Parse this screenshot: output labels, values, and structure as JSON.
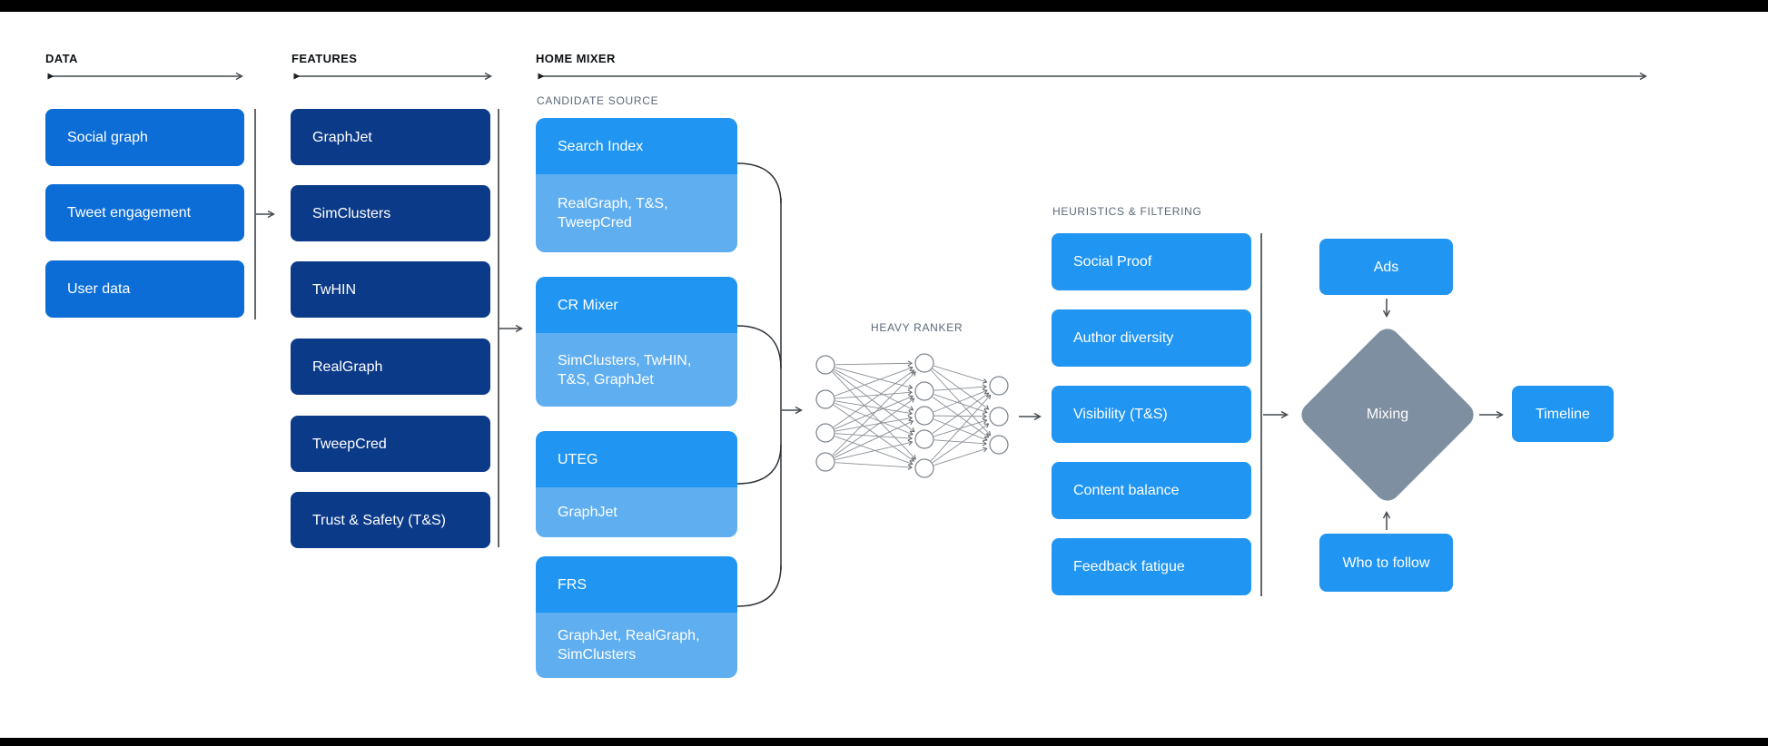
{
  "colors": {
    "medium_blue": "#0C6DD6",
    "navy": "#0B3A88",
    "bright_blue": "#2095F2",
    "light_blue": "#5FAEF0",
    "gray_diamond": "#7E8FA1"
  },
  "sections": {
    "data": {
      "title": "DATA",
      "items": [
        "Social graph",
        "Tweet engagement",
        "User data"
      ]
    },
    "features": {
      "title": "FEATURES",
      "items": [
        "GraphJet",
        "SimClusters",
        "TwHIN",
        "RealGraph",
        "TweepCred",
        "Trust & Safety (T&S)"
      ]
    },
    "home_mixer": {
      "title": "HOME MIXER",
      "candidate_source": {
        "label": "CANDIDATE SOURCE",
        "items": [
          {
            "name": "Search Index",
            "sources": "RealGraph, T&S, TweepCred"
          },
          {
            "name": "CR Mixer",
            "sources": "SimClusters, TwHIN, T&S, GraphJet"
          },
          {
            "name": "UTEG",
            "sources": "GraphJet"
          },
          {
            "name": "FRS",
            "sources": "GraphJet, RealGraph, SimClusters"
          }
        ]
      },
      "heavy_ranker": {
        "label": "HEAVY RANKER"
      },
      "heuristics": {
        "label": "HEURISTICS & FILTERING",
        "items": [
          "Social Proof",
          "Author diversity",
          "Visibility (T&S)",
          "Content balance",
          "Feedback fatigue"
        ]
      },
      "mixing": {
        "ads": "Ads",
        "diamond": "Mixing",
        "who_to_follow": "Who to follow"
      },
      "output": {
        "timeline": "Timeline"
      }
    }
  }
}
